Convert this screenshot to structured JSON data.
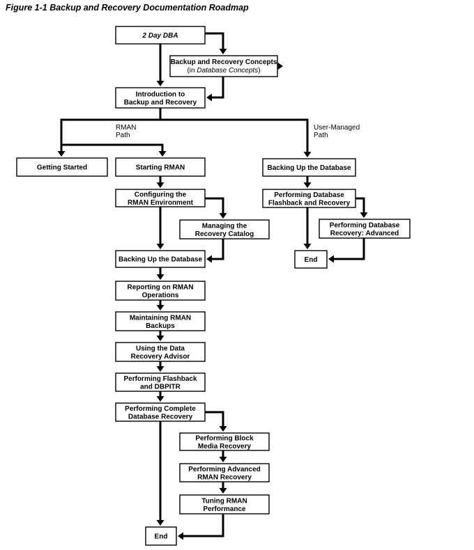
{
  "caption": "Figure 1-1 Backup and Recovery Documentation Roadmap",
  "nodes": {
    "two_day_dba": {
      "lines": [
        "2 Day DBA"
      ]
    },
    "concepts": {
      "lines": [
        "Backup and Recovery Concepts"
      ],
      "sub_prefix": "(in ",
      "sub_italic": "Database Concepts",
      "sub_suffix": ")"
    },
    "intro": {
      "lines": [
        "Introduction to",
        "Backup and Recovery"
      ]
    },
    "getting_started": {
      "lines": [
        "Getting Started"
      ]
    },
    "starting_rman": {
      "lines": [
        "Starting RMAN"
      ]
    },
    "configuring": {
      "lines": [
        "Configuring the",
        "RMAN Environment"
      ]
    },
    "managing_catalog": {
      "lines": [
        "Managing the",
        "Recovery Catalog"
      ]
    },
    "backing_up_rman": {
      "lines": [
        "Backing Up the Database"
      ]
    },
    "reporting": {
      "lines": [
        "Reporting on RMAN",
        "Operations"
      ]
    },
    "maintaining": {
      "lines": [
        "Maintaining RMAN",
        "Backups"
      ]
    },
    "data_advisor": {
      "lines": [
        "Using the Data",
        "Recovery Advisor"
      ]
    },
    "flashback_dbpitr": {
      "lines": [
        "Performing Flashback",
        "and DBPITR"
      ]
    },
    "complete_recovery": {
      "lines": [
        "Performing Complete",
        "Database Recovery"
      ]
    },
    "block_media": {
      "lines": [
        "Performing Block",
        "Media Recovery"
      ]
    },
    "advanced_rman": {
      "lines": [
        "Performing Advanced",
        "RMAN Recovery"
      ]
    },
    "tuning": {
      "lines": [
        "Tuning RMAN",
        "Performance"
      ]
    },
    "end_left": {
      "lines": [
        "End"
      ]
    },
    "backing_up_user": {
      "lines": [
        "Backing Up the Database"
      ]
    },
    "perf_flashback_recovery": {
      "lines": [
        "Performing Database",
        "Flashback and Recovery"
      ]
    },
    "perf_recovery_advanced": {
      "lines": [
        "Performing Database",
        "Recovery: Advanced"
      ]
    },
    "end_right": {
      "lines": [
        "End"
      ]
    }
  },
  "path_labels": {
    "rman": [
      "RMAN",
      "Path"
    ],
    "user_managed": [
      "User-Managed",
      "Path"
    ]
  }
}
